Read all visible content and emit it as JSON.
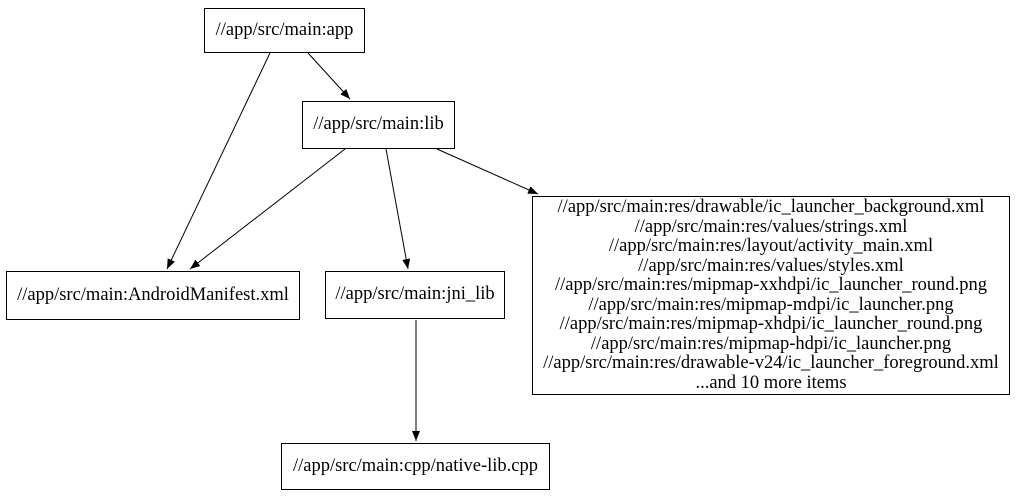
{
  "graph": {
    "background_color": "#ffffff",
    "node_border_color": "#000000",
    "edge_color": "#000000",
    "text_color": "#000000"
  },
  "nodes": {
    "app": {
      "label": "//app/src/main:app"
    },
    "lib": {
      "label": "//app/src/main:lib"
    },
    "android_manifest": {
      "label": "//app/src/main:AndroidManifest.xml"
    },
    "jni_lib": {
      "label": "//app/src/main:jni_lib"
    },
    "native_lib_cpp": {
      "label": "//app/src/main:cpp/native-lib.cpp"
    },
    "res_group": {
      "lines": [
        "//app/src/main:res/drawable/ic_launcher_background.xml",
        "//app/src/main:res/values/strings.xml",
        "//app/src/main:res/layout/activity_main.xml",
        "//app/src/main:res/values/styles.xml",
        "//app/src/main:res/mipmap-xxhdpi/ic_launcher_round.png",
        "//app/src/main:res/mipmap-mdpi/ic_launcher.png",
        "//app/src/main:res/mipmap-xhdpi/ic_launcher_round.png",
        "//app/src/main:res/mipmap-hdpi/ic_launcher.png",
        "//app/src/main:res/drawable-v24/ic_launcher_foreground.xml",
        "...and 10 more items"
      ]
    }
  },
  "edges": [
    {
      "from": "app",
      "to": "lib"
    },
    {
      "from": "app",
      "to": "android_manifest"
    },
    {
      "from": "lib",
      "to": "android_manifest"
    },
    {
      "from": "lib",
      "to": "jni_lib"
    },
    {
      "from": "lib",
      "to": "res_group"
    },
    {
      "from": "jni_lib",
      "to": "native_lib_cpp"
    }
  ]
}
